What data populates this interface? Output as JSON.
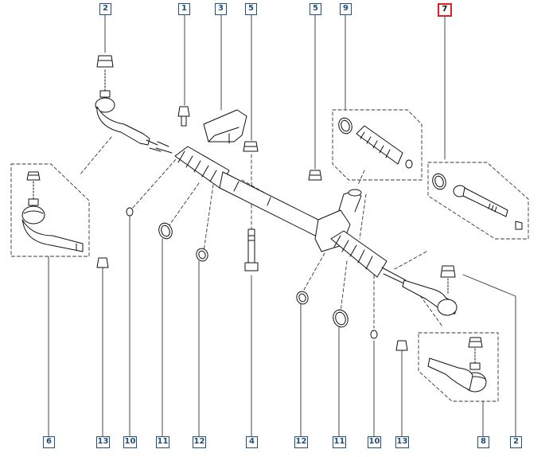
{
  "palette": {
    "line": "#111111",
    "leader": "#333333",
    "callout_border": "#1f4f7a",
    "callout_text": "#1f4f7a",
    "highlight": "#e02020",
    "background": "#ffffff"
  },
  "callouts": [
    {
      "id": "callout-2-top",
      "label": "2",
      "highlighted": false
    },
    {
      "id": "callout-1-top",
      "label": "1",
      "highlighted": false
    },
    {
      "id": "callout-3-top",
      "label": "3",
      "highlighted": false
    },
    {
      "id": "callout-5-top-left",
      "label": "5",
      "highlighted": false
    },
    {
      "id": "callout-5-top-right",
      "label": "5",
      "highlighted": false
    },
    {
      "id": "callout-9-top",
      "label": "9",
      "highlighted": false
    },
    {
      "id": "callout-7-top",
      "label": "7",
      "highlighted": true
    },
    {
      "id": "callout-6-bottom",
      "label": "6",
      "highlighted": false
    },
    {
      "id": "callout-13-bottom-left",
      "label": "13",
      "highlighted": false
    },
    {
      "id": "callout-10-bottom-left",
      "label": "10",
      "highlighted": false
    },
    {
      "id": "callout-11-bottom-left",
      "label": "11",
      "highlighted": false
    },
    {
      "id": "callout-12-bottom-left",
      "label": "12",
      "highlighted": false
    },
    {
      "id": "callout-4-bottom",
      "label": "4",
      "highlighted": false
    },
    {
      "id": "callout-12-bottom-right",
      "label": "12",
      "highlighted": false
    },
    {
      "id": "callout-11-bottom-right",
      "label": "11",
      "highlighted": false
    },
    {
      "id": "callout-10-bottom-right",
      "label": "10",
      "highlighted": false
    },
    {
      "id": "callout-13-bottom-right",
      "label": "13",
      "highlighted": false
    },
    {
      "id": "callout-8-bottom",
      "label": "8",
      "highlighted": false
    },
    {
      "id": "callout-2-bottom",
      "label": "2",
      "highlighted": false
    }
  ]
}
